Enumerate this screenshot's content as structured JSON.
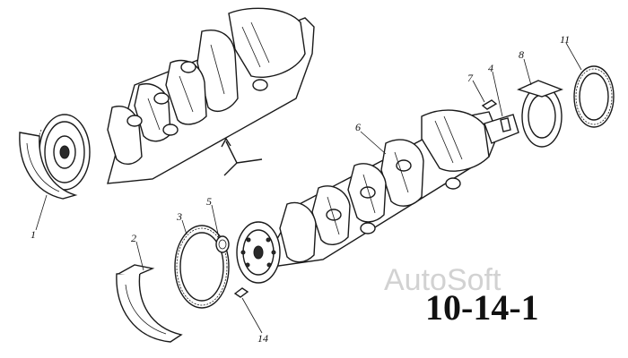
{
  "callouts": [
    {
      "id": "1",
      "label": "1"
    },
    {
      "id": "2",
      "label": "2"
    },
    {
      "id": "3",
      "label": "3"
    },
    {
      "id": "4",
      "label": "4"
    },
    {
      "id": "5",
      "label": "5"
    },
    {
      "id": "6",
      "label": "6"
    },
    {
      "id": "7",
      "label": "7"
    },
    {
      "id": "8",
      "label": "8"
    },
    {
      "id": "11",
      "label": "11"
    },
    {
      "id": "14",
      "label": "14"
    }
  ],
  "watermark": "AutoSoft",
  "figure_number": "10-14-1"
}
